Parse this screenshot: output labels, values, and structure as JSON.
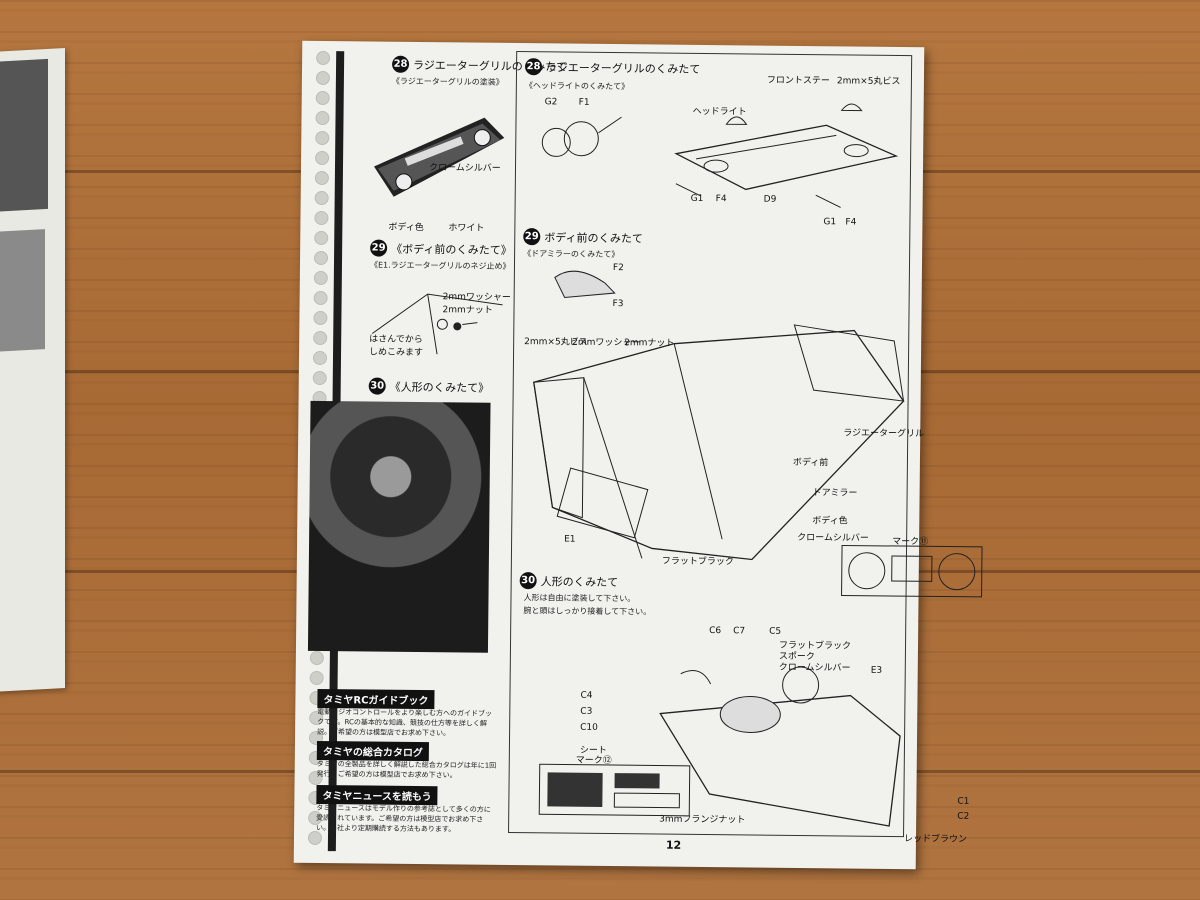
{
  "manual": {
    "page_number": "12",
    "left_column": {
      "step28_title": "ラジエーターグリルのくみたて",
      "step28_num": "28",
      "step28_sub": "《ラジエーターグリルの塗装》",
      "step28_labels": [
        "ボディ色",
        "ホワイト",
        "クロームシルバー"
      ],
      "step29_num": "29",
      "step29_title": "《ボディ前のくみたて》",
      "step29_sub": "《E1.ラジエーターグリルのネジ止め》",
      "step29_labels": [
        "2mmワッシャー",
        "2mmナット",
        "はさんでから\nしめこみます"
      ],
      "step30_num": "30",
      "step30_title": "《人形のくみたて》",
      "guide1_title": "タミヤRCガイドブック",
      "guide1_text": "電動ラジオコントロールをより楽しむ方へのガイドブックです。RCの基本的な知識、競技の仕方等を詳しく解説。ご希望の方は模型店でお求め下さい。",
      "guide2_title": "タミヤの総合カタログ",
      "guide2_text": "タミヤの全製品を詳しく解説した総合カタログは年に1回発行。ご希望の方は模型店でお求め下さい。",
      "guide3_title": "タミヤニュースを読もう",
      "guide3_text": "タミヤニュースはモデル作りの参考誌として多くの方に愛読されています。ご希望の方は模型店でお求め下さい。当社より定期購読する方法もあります。"
    },
    "right_column": {
      "step28_num": "28",
      "step28_title": "ラジエーターグリルのくみたて",
      "step28_sub": "《ヘッドライトのくみたて》",
      "step28_parts": [
        "G2",
        "F1",
        "G1",
        "F4",
        "D9",
        "G1",
        "F4"
      ],
      "step28_labels": [
        "ヘッドライト",
        "フロントステー",
        "2mm×5丸ビス"
      ],
      "step29_num": "29",
      "step29_title": "ボディ前のくみたて",
      "step29_sub": "《ドアミラーのくみたて》",
      "step29_parts": [
        "F2",
        "F3",
        "E1"
      ],
      "step29_labels": [
        "2mm×5丸ビス",
        "2mmワッシャー",
        "2mmナット",
        "ラジエーターグリル",
        "ボディ前",
        "フラットブラック",
        "ドアミラー",
        "ボディ色",
        "クロームシルバー"
      ],
      "step30_num": "30",
      "step30_title": "人形のくみたて",
      "step30_notes": [
        "人形は自由に塗装して下さい。",
        "腕と頭はしっかり接着して下さい。"
      ],
      "step30_parts": [
        "C6",
        "C7",
        "C5",
        "E3",
        "C4",
        "C3",
        "C10",
        "C1",
        "C2"
      ],
      "step30_labels": [
        "フラットブラック",
        "スポーク",
        "クロームシルバー",
        "シート",
        "レッドブラウン",
        "3mmフランジナット"
      ],
      "mark11": "マーク⑪",
      "mark12": "マーク⑫"
    }
  }
}
